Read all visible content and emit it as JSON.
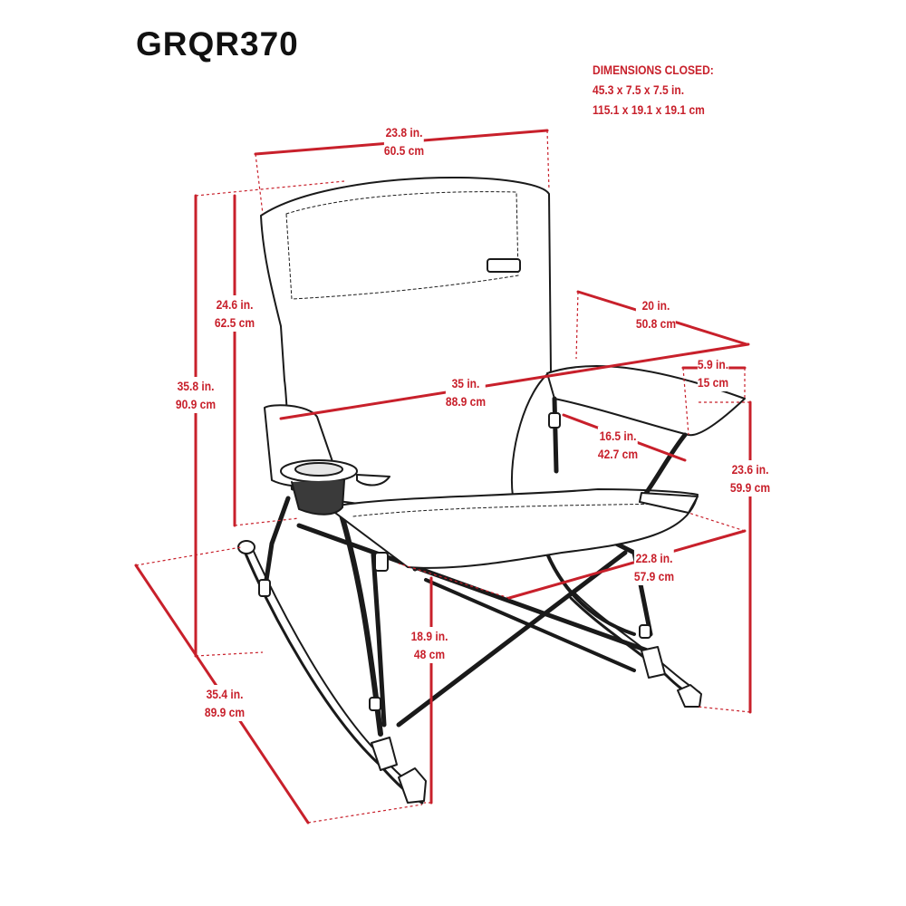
{
  "model": "GRQR370",
  "closed": {
    "heading": "DIMENSIONS CLOSED:",
    "inches": "45.3  x  7.5  x  7.5 in.",
    "cm": "115.1  x  19.1  x  19.1 cm"
  },
  "dimensions": {
    "width": {
      "in": "23.8 in.",
      "cm": "60.5 cm"
    },
    "back": {
      "in": "24.6 in.",
      "cm": "62.5 cm"
    },
    "total_height": {
      "in": "35.8 in.",
      "cm": "90.9 cm"
    },
    "depth": {
      "in": "20 in.",
      "cm": "50.8 cm"
    },
    "armrest": {
      "in": "5.9 in.",
      "cm": "15 cm"
    },
    "overall_width": {
      "in": "35 in.",
      "cm": "88.9 cm"
    },
    "arm_length": {
      "in": "16.5 in.",
      "cm": "42.7 cm"
    },
    "arm_height": {
      "in": "23.6 in.",
      "cm": "59.9 cm"
    },
    "seat_depth": {
      "in": "22.8 in.",
      "cm": "57.9 cm"
    },
    "seat_height": {
      "in": "18.9 in.",
      "cm": "48 cm"
    },
    "rocker_length": {
      "in": "35.4 in.",
      "cm": "89.9 cm"
    }
  },
  "colors": {
    "accent": "#c8202b",
    "line": "#1a1a1a",
    "fill": "#ffffff"
  }
}
